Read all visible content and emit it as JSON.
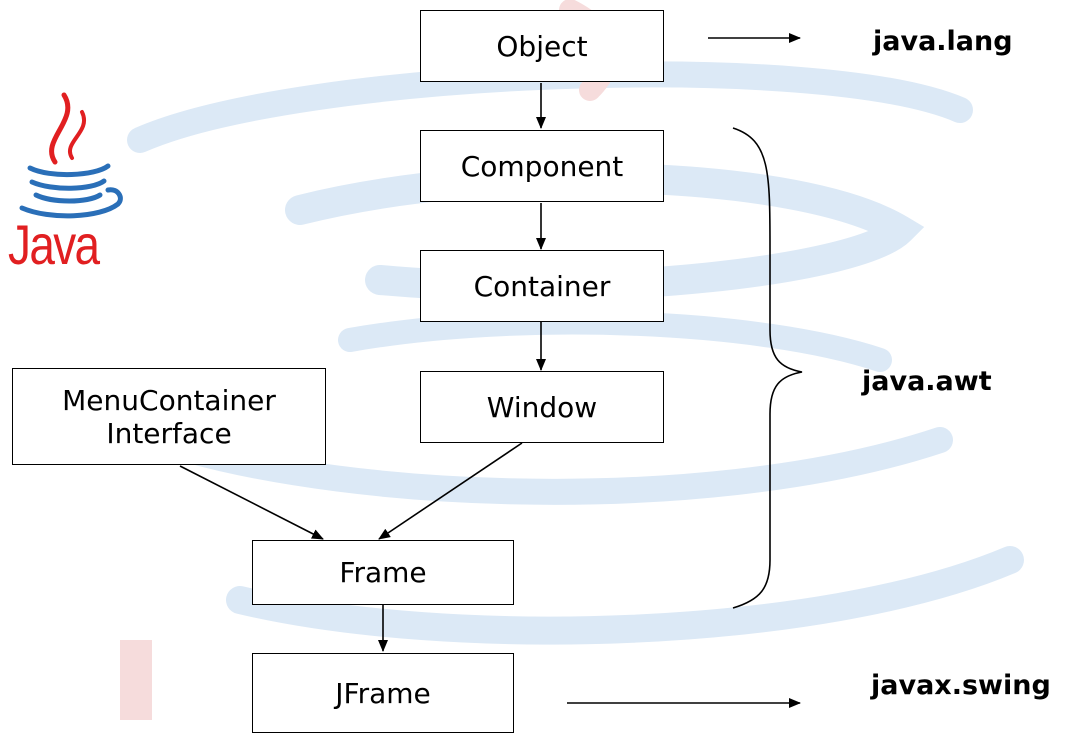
{
  "diagram": {
    "nodes": {
      "object": "Object",
      "component": "Component",
      "container": "Container",
      "window": "Window",
      "menucontainer_line1": "MenuContainer",
      "menucontainer_line2": "Interface",
      "frame": "Frame",
      "jframe": "JFrame"
    },
    "packages": {
      "lang": "java.lang",
      "awt": "java.awt",
      "swing": "javax.swing"
    },
    "logo_text": "Java",
    "edges": [
      [
        "Object",
        "Component"
      ],
      [
        "Component",
        "Container"
      ],
      [
        "Container",
        "Window"
      ],
      [
        "Window",
        "Frame"
      ],
      [
        "MenuContainer Interface",
        "Frame"
      ],
      [
        "Frame",
        "JFrame"
      ]
    ]
  },
  "colors": {
    "logo_red": "#e11f21",
    "logo_blue": "#2a6fb8",
    "watermark_blue": "#dce9f6",
    "watermark_red": "#f6dcdc"
  }
}
